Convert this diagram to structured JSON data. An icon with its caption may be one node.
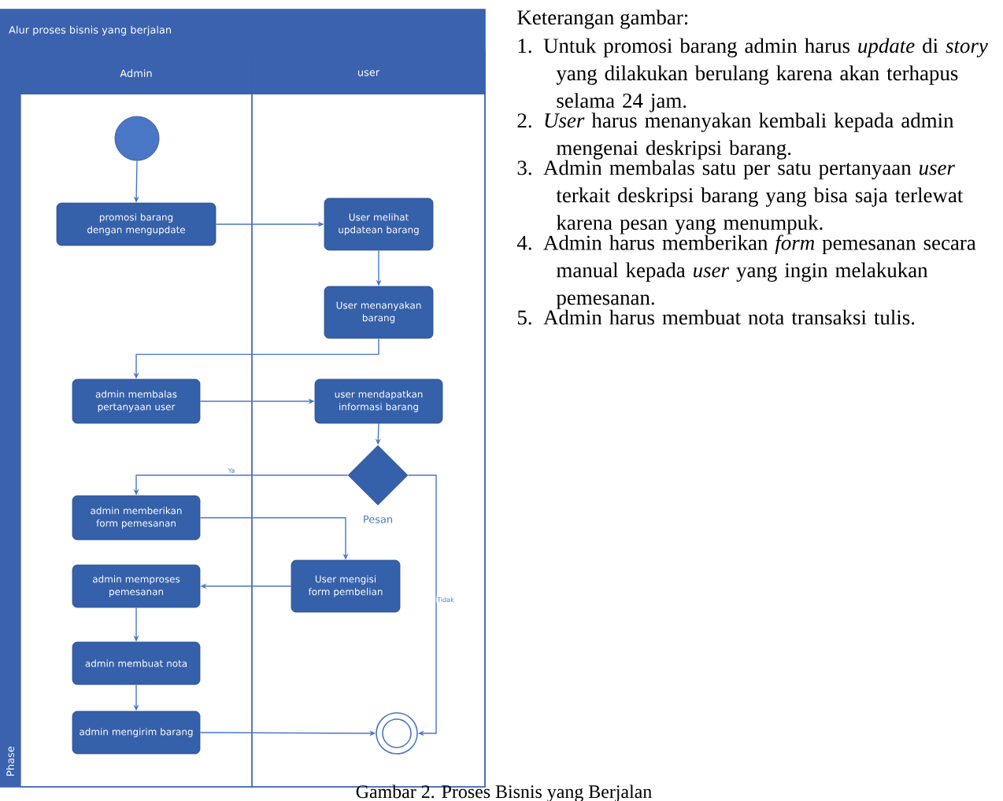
{
  "diagram": {
    "caption": "Gambar 2. Proses Bisnis yang Berjalan",
    "nodes": [
      {
        "text": [
          "Alur proses bisnis yang berjalan"
        ]
      },
      {
        "text": [
          "Admin"
        ],
        "in": 0
      },
      {
        "text": [
          "user"
        ],
        "in": 0
      },
      {
        "text": [
          "Phase"
        ],
        "in": 0
      },
      {
        "text": [],
        "shape": "circle",
        "in": 1
      },
      {
        "text": [
          "promosi barang dengan mengupdate"
        ],
        "in": 1
      },
      {
        "text": [
          "User melihat updatean barang"
        ],
        "in": 2
      },
      {
        "text": [
          "User menanyakan barang"
        ],
        "in": 2
      },
      {
        "text": [
          "admin membalas pertanyaan user"
        ],
        "in": 1
      },
      {
        "text": [
          "user mendapatkan informasi barang"
        ],
        "in": 2
      },
      {
        "text": [],
        "shape": "diamond",
        "beside": [
          "Pesan"
        ],
        "in": 2
      },
      {
        "text": [
          "admin memberikan form pemesanan"
        ],
        "in": 1
      },
      {
        "text": [
          "User mengisi form pembelian"
        ],
        "in": 2
      },
      {
        "text": [
          "admin memproses pemesanan"
        ],
        "in": 1
      },
      {
        "text": [
          "admin membuat nota"
        ],
        "in": 1
      },
      {
        "text": [
          "admin mengirim barang"
        ],
        "in": 1
      },
      {
        "text": [],
        "shape": "circle",
        "in": 2
      }
    ],
    "edges": [
      {
        "from": 4,
        "to": 5,
        "arrow": "to"
      },
      {
        "from": 5,
        "to": 6,
        "arrow": "to"
      },
      {
        "from": 6,
        "to": 7,
        "arrow": "to"
      },
      {
        "from": 7,
        "to": 8,
        "arrow": "to"
      },
      {
        "from": 8,
        "to": 9,
        "arrow": "to"
      },
      {
        "from": 9,
        "to": 10,
        "arrow": "to"
      },
      {
        "from": 10,
        "to": 11,
        "arrow": "to",
        "label": "Ya"
      },
      {
        "from": 11,
        "to": 12,
        "arrow": "to"
      },
      {
        "from": 12,
        "to": 13,
        "arrow": "to"
      },
      {
        "from": 13,
        "to": 14,
        "arrow": "to"
      },
      {
        "from": 14,
        "to": 15,
        "arrow": "to"
      },
      {
        "from": 15,
        "to": 16,
        "arrow": "to"
      },
      {
        "from": 10,
        "to": 16,
        "arrow": "to",
        "label": "Tidak"
      }
    ],
    "labels": [
      "Keterangan gambar:",
      "1. Untuk promosi barang admin harus *update* di *story* yang dilakukan berulang karena akan terhapus selama 24 jam.",
      "2. *User* harus menanyakan kembali kepada admin mengenai deskripsi barang.",
      "3. Admin membalas satu per satu pertanyaan *user* terkait deskripsi barang yang bisa saja terlewat karena pesan yang menumpuk.",
      "4. Admin harus memberikan *form* pemesanan secara manual kepada *user* yang ingin melakukan pemesanan.",
      "5. Admin harus membuat nota transaksi tulis."
    ]
  }
}
